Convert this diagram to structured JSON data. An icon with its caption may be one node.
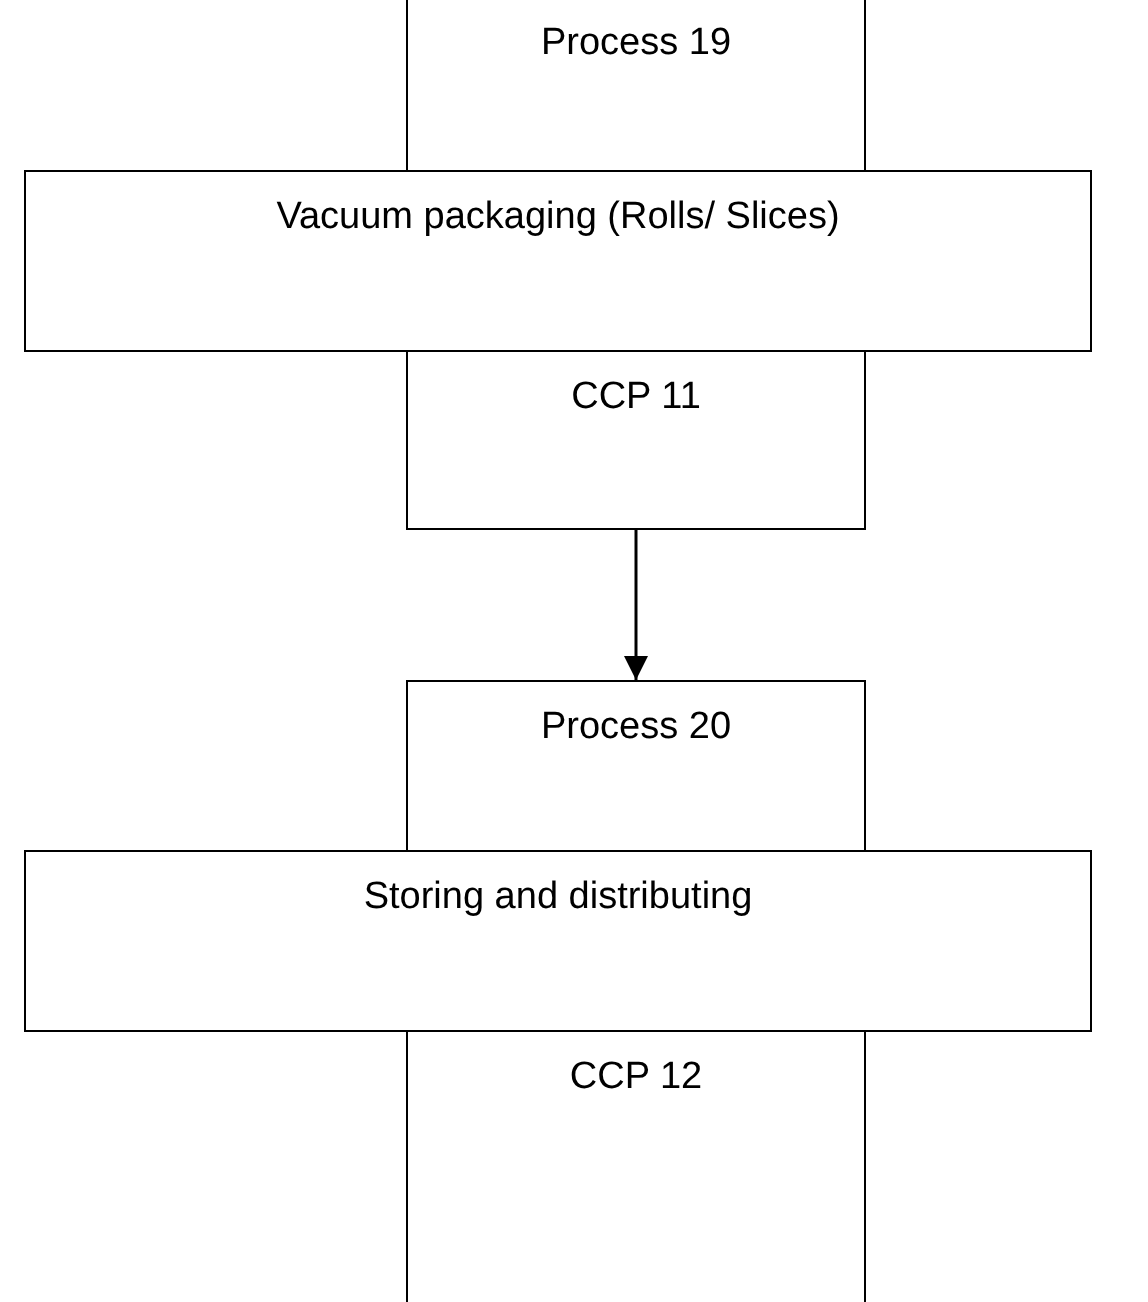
{
  "diagram": {
    "nodes": [
      {
        "text": [
          "Process 19"
        ]
      },
      {
        "text": [
          "Vacuum packaging (Rolls/ Slices)"
        ]
      },
      {
        "text": [
          "CCP 11"
        ]
      },
      {
        "text": [
          "Process 20"
        ]
      },
      {
        "text": [
          "Storing and distributing"
        ]
      },
      {
        "text": [
          "CCP 12"
        ]
      }
    ],
    "edges": [
      {
        "from": 2,
        "to": 3,
        "arrow": "to"
      }
    ]
  }
}
